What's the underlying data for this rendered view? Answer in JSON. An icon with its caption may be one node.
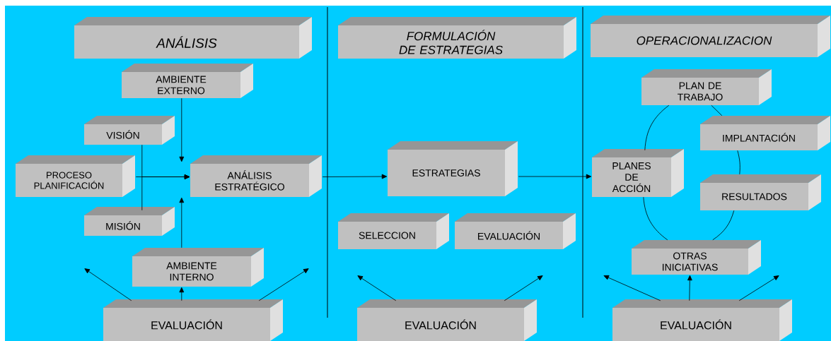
{
  "diagram": {
    "nodes": [
      {
        "text": [
          "ANÁLISIS"
        ]
      },
      {
        "text": [
          "AMBIENTE EXTERNO"
        ]
      },
      {
        "text": [
          "VISIÓN"
        ]
      },
      {
        "text": [
          "PROCESO PLANIFICACIÓN"
        ]
      },
      {
        "text": [
          "ANÁLISIS ESTRATÉGICO"
        ]
      },
      {
        "text": [
          "MISIÓN"
        ]
      },
      {
        "text": [
          "AMBIENTE INTERNO"
        ]
      },
      {
        "text": [
          "EVALUACIÓN"
        ]
      },
      {
        "text": [
          "FORMULACIÓN DE ESTRATEGIAS"
        ]
      },
      {
        "text": [
          "ESTRATEGIAS"
        ]
      },
      {
        "text": [
          "SELECCION"
        ]
      },
      {
        "text": [
          "EVALUACIÓN"
        ]
      },
      {
        "text": [
          "EVALUACIÓN"
        ]
      },
      {
        "text": [
          "OPERACIONALIZACION"
        ]
      },
      {
        "text": [
          "PLAN DE TRABAJO"
        ]
      },
      {
        "text": [
          "IMPLANTACIÓN"
        ]
      },
      {
        "text": [
          "PLANES DE ACCIÓN"
        ]
      },
      {
        "text": [
          "RESULTADOS"
        ]
      },
      {
        "text": [
          "OTRAS INICIATIVAS"
        ]
      },
      {
        "text": [
          "EVALUACIÓN"
        ]
      }
    ],
    "edges": [
      {
        "from": 1,
        "to": 4,
        "arrow": "to"
      },
      {
        "from": 2,
        "to": 4,
        "arrow": "to"
      },
      {
        "from": 3,
        "to": 4,
        "arrow": "to"
      },
      {
        "from": 5,
        "to": 4,
        "arrow": "to"
      },
      {
        "from": 6,
        "to": 4,
        "arrow": "to"
      },
      {
        "from": 7,
        "to": 6,
        "arrow": "to"
      },
      {
        "from": 7,
        "to": null,
        "arrow": "to"
      },
      {
        "from": 7,
        "to": null,
        "arrow": "to"
      },
      {
        "from": 4,
        "to": 9,
        "arrow": "to"
      },
      {
        "from": 12,
        "to": null,
        "arrow": "to"
      },
      {
        "from": 12,
        "to": null,
        "arrow": "to"
      },
      {
        "from": 9,
        "to": 16,
        "arrow": "to"
      },
      {
        "from": 14,
        "to": 16,
        "arrow": "none"
      },
      {
        "from": 14,
        "to": 15,
        "arrow": "none"
      },
      {
        "from": 15,
        "to": 17,
        "arrow": "none"
      },
      {
        "from": 16,
        "to": 18,
        "arrow": "none"
      },
      {
        "from": 17,
        "to": 18,
        "arrow": "none"
      },
      {
        "from": 19,
        "to": 18,
        "arrow": "to"
      },
      {
        "from": 19,
        "to": null,
        "arrow": "to"
      },
      {
        "from": 19,
        "to": null,
        "arrow": "to"
      }
    ]
  }
}
